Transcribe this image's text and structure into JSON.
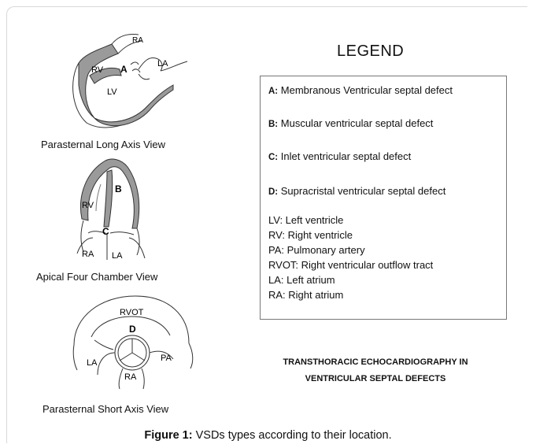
{
  "views": [
    {
      "caption": "Parasternal Long Axis View",
      "labels": {
        "ra": "RA",
        "rv": "RV",
        "la": "LA",
        "lv": "LV",
        "marker": "A"
      }
    },
    {
      "caption": "Apical Four Chamber View",
      "labels": {
        "rv": "RV",
        "marker_b": "B",
        "marker_c": "C",
        "ra": "RA",
        "la": "LA"
      }
    },
    {
      "caption": "Parasternal Short Axis View",
      "labels": {
        "rvot": "RVOT",
        "marker": "D",
        "la": "LA",
        "pa": "PA",
        "ra": "RA"
      }
    }
  ],
  "legend": {
    "title": "LEGEND",
    "defects": [
      {
        "key": "A:",
        "text": "Membranous Ventricular septal defect"
      },
      {
        "key": "B:",
        "text": "Muscular ventricular septal defect"
      },
      {
        "key": "C:",
        "text": "Inlet ventricular septal defect"
      },
      {
        "key": "D:",
        "text": "Supracristal ventricular septal defect"
      }
    ],
    "abbreviations": [
      "LV: Left ventricle",
      "RV: Right ventricle",
      "PA: Pulmonary artery",
      "RVOT: Right ventricular outflow tract",
      "LA: Left atrium",
      "RA: Right atrium"
    ]
  },
  "main_title": {
    "line1": "TRANSTHORACIC ECHOCARDIOGRAPHY IN",
    "line2": "VENTRICULAR SEPTAL DEFECTS"
  },
  "figure_caption": {
    "label": "Figure 1:",
    "text": "VSDs types according to their location."
  },
  "colors": {
    "wall_shade": "#9a9a9a",
    "line": "#333333"
  }
}
